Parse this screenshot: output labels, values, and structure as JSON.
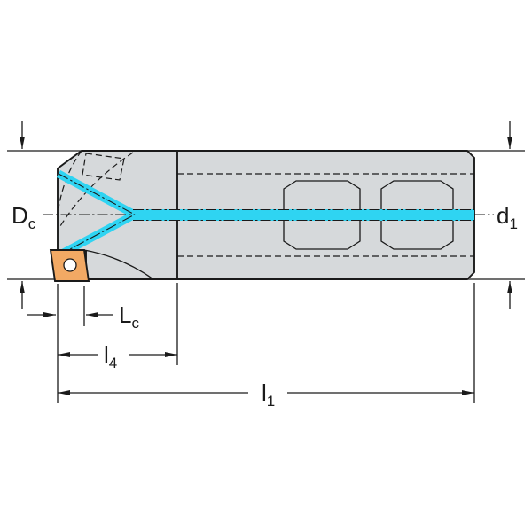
{
  "labels": {
    "cutting_diameter": {
      "main": "D",
      "sub": "c"
    },
    "shank_diameter": {
      "main": "d",
      "sub": "1"
    },
    "cutting_edge_length": {
      "main": "L",
      "sub": "c"
    },
    "usable_length": {
      "main": "l",
      "sub": "4"
    },
    "overall_length": {
      "main": "l",
      "sub": "1"
    }
  },
  "colors": {
    "line": "#1a1a1a",
    "body_fill": "#d6d9db",
    "coolant": "#2fd4f2",
    "insert_fill": "#f2a964"
  }
}
